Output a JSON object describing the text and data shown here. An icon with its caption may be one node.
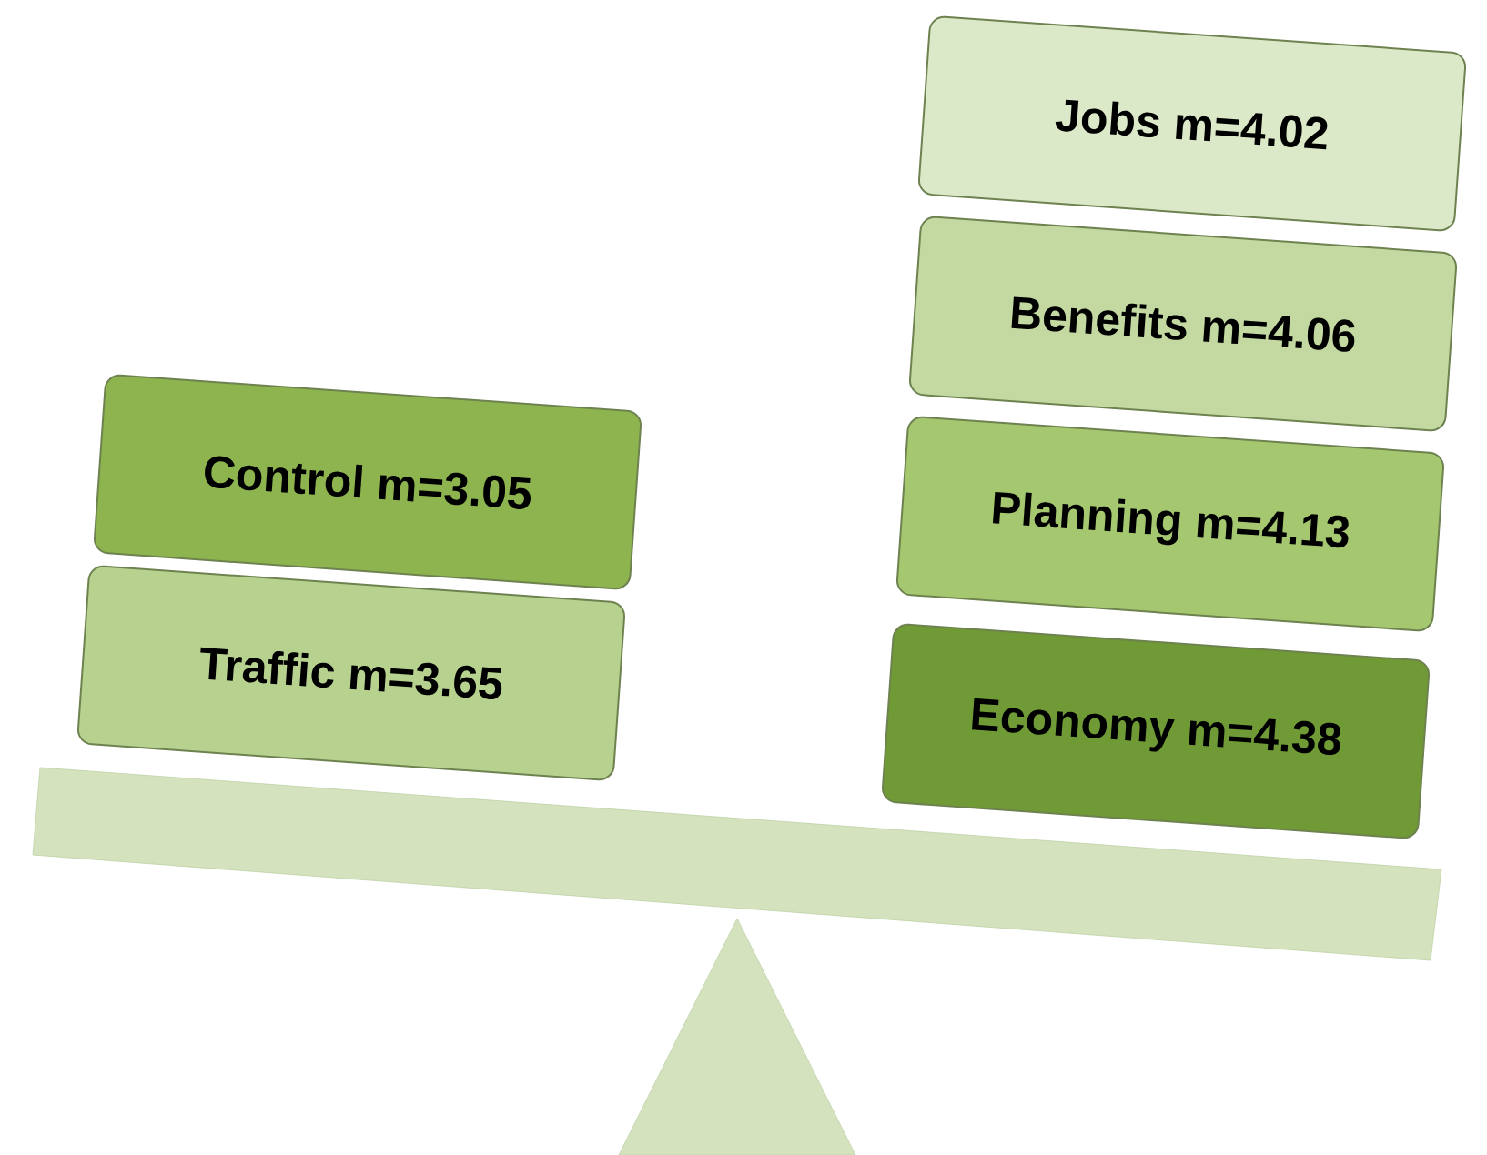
{
  "diagram": {
    "nodes": [
      {
        "text": [
          "Control m=3.05"
        ]
      },
      {
        "text": [
          "Traffic m=3.65"
        ]
      },
      {
        "text": [
          "Jobs m=4.02"
        ]
      },
      {
        "text": [
          "Benefits m=4.06"
        ]
      },
      {
        "text": [
          "Planning m=4.13"
        ]
      },
      {
        "text": [
          "Economy m=4.38"
        ]
      }
    ]
  }
}
